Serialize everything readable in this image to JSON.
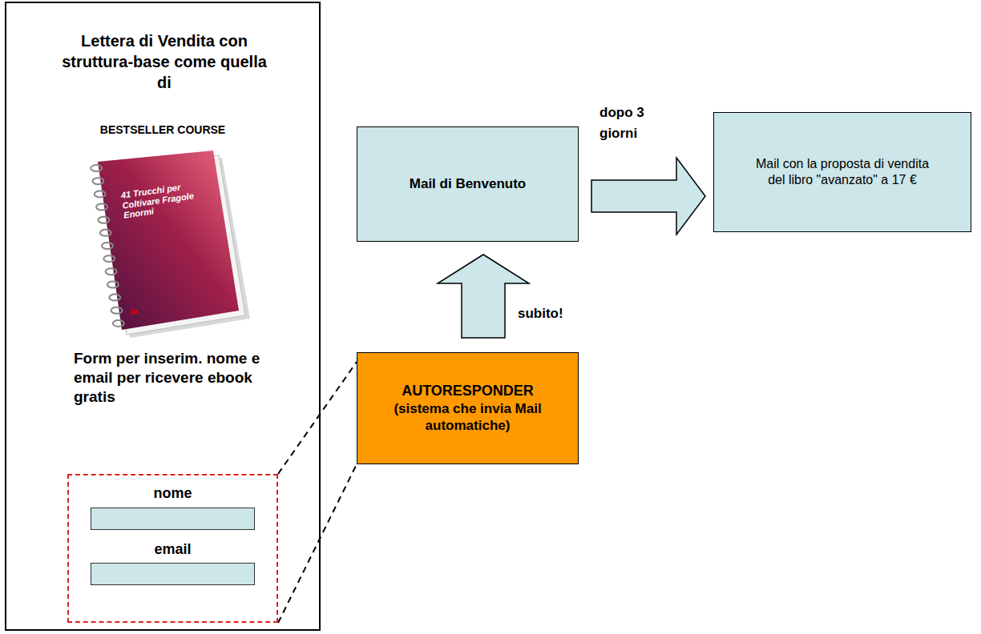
{
  "diagram": {
    "nodes": [
      {
        "text": [
          "Lettera di Vendita con struttura-base come quella di",
          "BESTSELLER COURSE",
          "Form per inserim. nome e email per ricevere ebook gratis"
        ]
      },
      {
        "text": [
          "nome",
          "email"
        ],
        "in": 0
      },
      {
        "text": [
          "Mail di Benvenuto"
        ]
      },
      {
        "text": [
          "Mail con la proposta di vendita del libro \"avanzato\" a 17 €"
        ]
      },
      {
        "text": [
          "AUTORESPONDER",
          "(sistema che invia Mail automatiche)"
        ]
      }
    ],
    "edges": [
      {
        "from": 4,
        "to": 2,
        "arrow": "to",
        "label": "subito!"
      },
      {
        "from": 2,
        "to": 3,
        "arrow": "to",
        "label": "dopo 3 giorni"
      },
      {
        "from": 1,
        "to": 4,
        "arrow": "none"
      }
    ],
    "labels": [
      "41 Trucchi per Coltivare Fragole Enormi",
      "Ja"
    ]
  }
}
